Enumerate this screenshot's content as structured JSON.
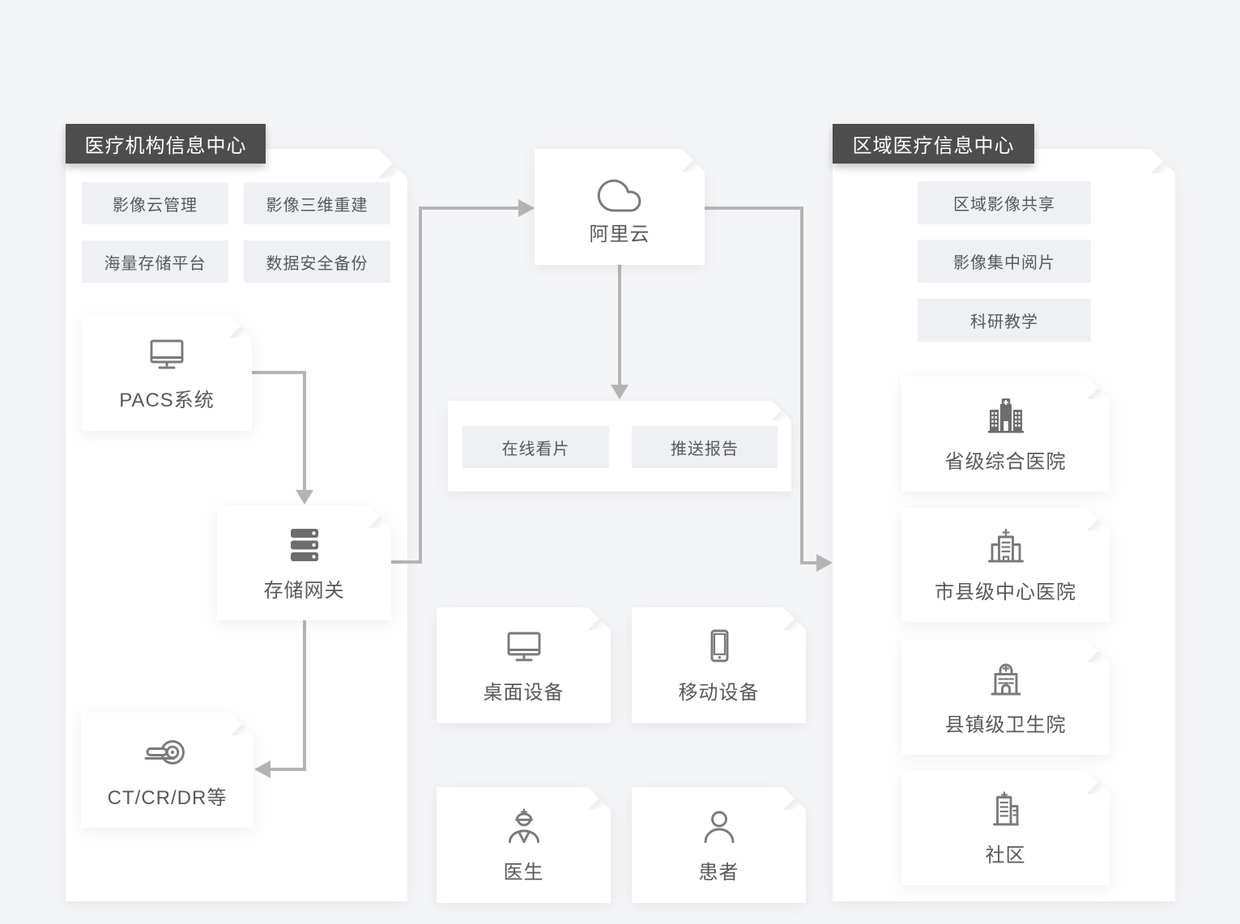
{
  "left_panel": {
    "header": "医疗机构信息中心",
    "chips": [
      "影像云管理",
      "影像三维重建",
      "海量存储平台",
      "数据安全备份"
    ],
    "nodes": {
      "pacs": {
        "label": "PACS系统",
        "icon": "monitor-icon"
      },
      "gateway": {
        "label": "存储网关",
        "icon": "storage-server-icon"
      },
      "ct": {
        "label": "CT/CR/DR等",
        "icon": "ct-scanner-icon"
      }
    }
  },
  "center": {
    "cloud": {
      "label": "阿里云",
      "icon": "cloud-icon"
    },
    "service_chips": [
      "在线看片",
      "推送报告"
    ],
    "devices": {
      "desktop": {
        "label": "桌面设备",
        "icon": "desktop-monitor-icon"
      },
      "mobile": {
        "label": "移动设备",
        "icon": "mobile-phone-icon"
      }
    },
    "users": {
      "doctor": {
        "label": "医生",
        "icon": "doctor-icon"
      },
      "patient": {
        "label": "患者",
        "icon": "patient-icon"
      }
    }
  },
  "right_panel": {
    "header": "区域医疗信息中心",
    "chips": [
      "区域影像共享",
      "影像集中阅片",
      "科研教学"
    ],
    "nodes": {
      "provincial": {
        "label": "省级综合医院",
        "icon": "hospital-filled-icon"
      },
      "city": {
        "label": "市县级中心医院",
        "icon": "hospital-outline-icon"
      },
      "county": {
        "label": "县镇级卫生院",
        "icon": "clinic-icon"
      },
      "community": {
        "label": "社区",
        "icon": "community-buildings-icon"
      }
    }
  },
  "colors": {
    "canvas_bg": "#f4f5f7",
    "panel_bg": "#ffffff",
    "badge_bg": "#4d4d4d",
    "badge_text": "#ffffff",
    "chip_bg": "#eef0f3",
    "text": "#58595b",
    "connector": "#b4b4b4",
    "icon_stroke": "#7a7a7a",
    "icon_fill": "#6d6d6d"
  }
}
